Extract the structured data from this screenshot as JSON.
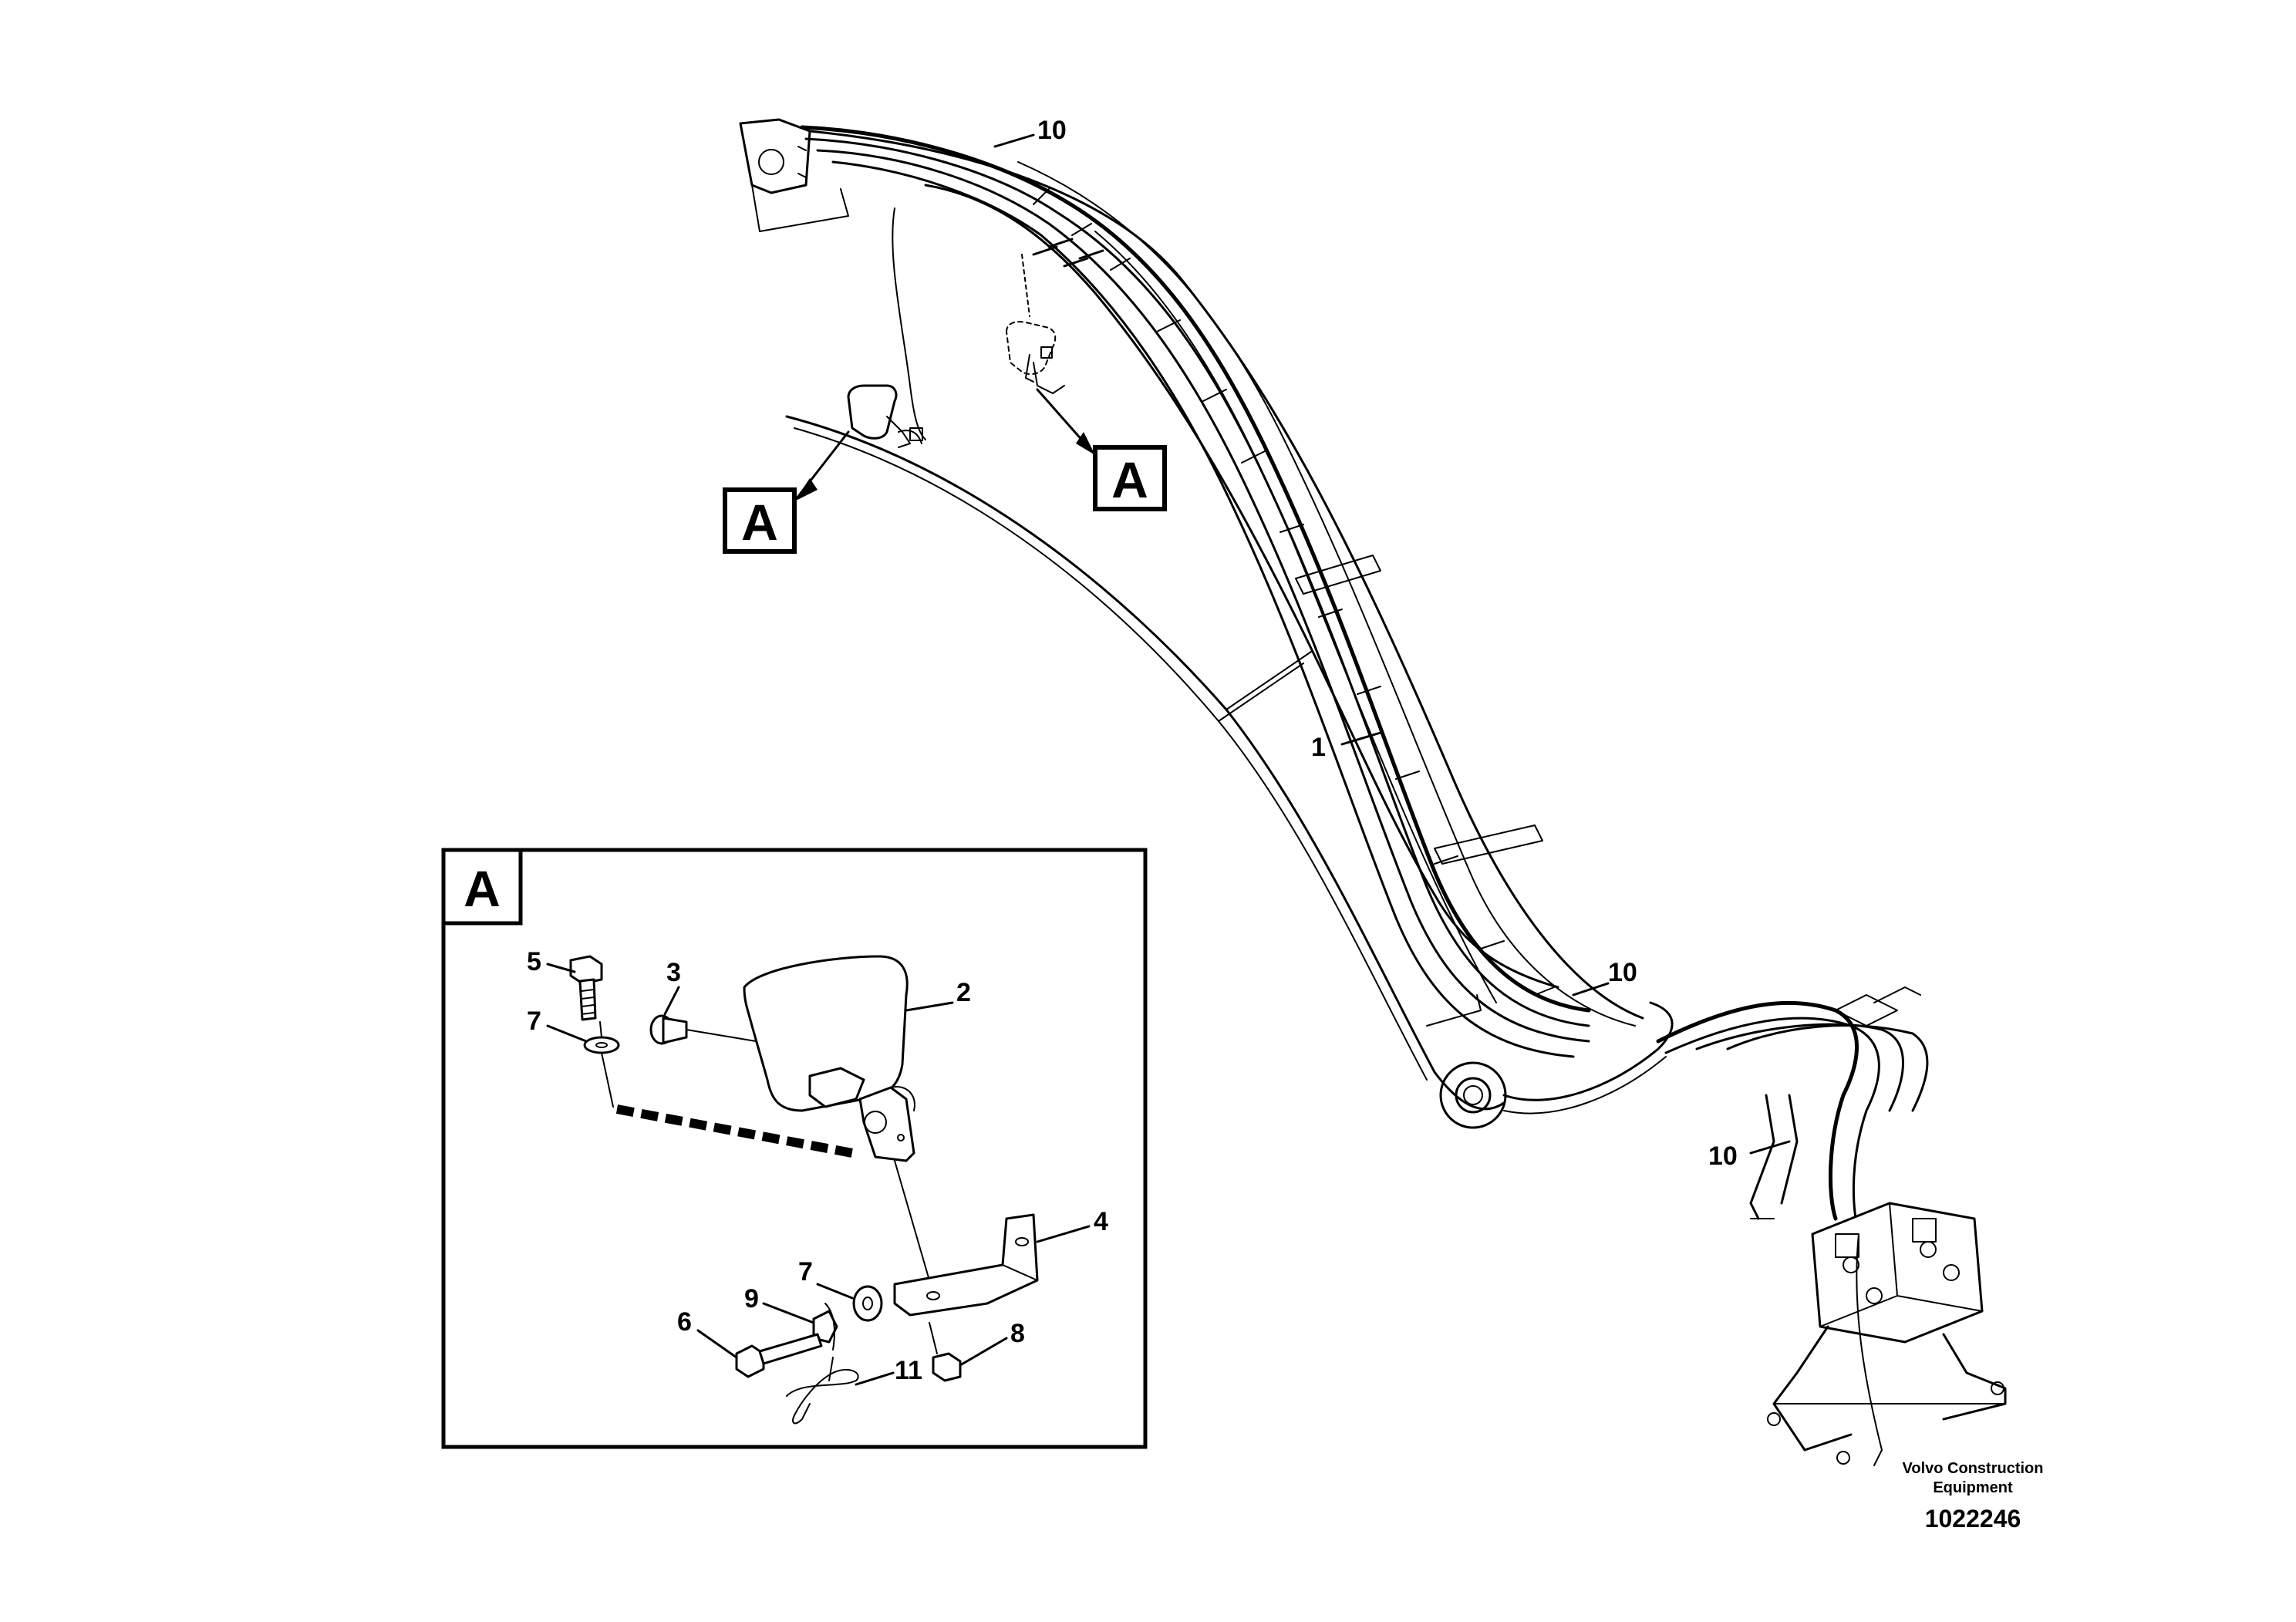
{
  "callouts": {
    "top_10": "10",
    "mid_10": "10",
    "lower_10": "10",
    "hose_1": "1",
    "detail_5": "5",
    "detail_3": "3",
    "detail_2": "2",
    "detail_7a": "7",
    "detail_4": "4",
    "detail_7b": "7",
    "detail_9": "9",
    "detail_6": "6",
    "detail_8": "8",
    "detail_11": "11"
  },
  "view_labels": {
    "view_a_left": "A",
    "view_a_right": "A",
    "detail_a": "A"
  },
  "footer": {
    "company_line1": "Volvo Construction",
    "company_line2": "Equipment",
    "drawing_number": "1022246"
  }
}
